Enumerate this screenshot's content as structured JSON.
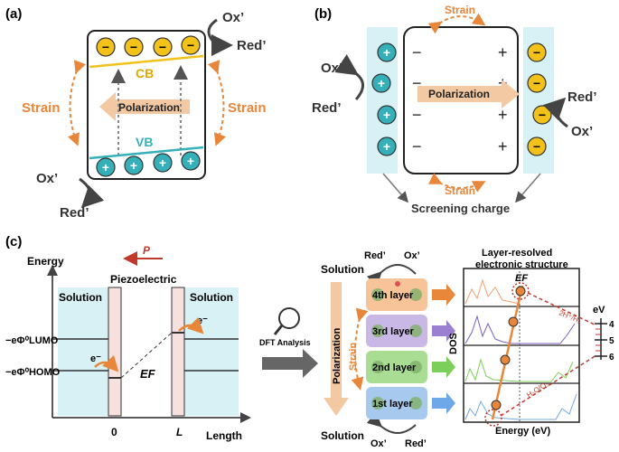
{
  "panel_a": {
    "label": "(a)",
    "ox_top": "Ox’",
    "red_top": "Red’",
    "cb": "CB",
    "vb": "VB",
    "polarization": "Polarization",
    "strain_left": "Strain",
    "strain_right": "Strain",
    "ox_bottom": "Ox’",
    "red_bottom": "Red’"
  },
  "panel_b": {
    "label": "(b)",
    "strain_top": "Strain",
    "ox_left": "Ox’",
    "red_left": "Red’",
    "polarization": "Polarization",
    "red_right": "Red’",
    "ox_right": "Ox’",
    "strain_bottom": "Strain",
    "screening": "Screening charge"
  },
  "panel_c": {
    "label": "(c)",
    "energy": "Energy",
    "p": "P",
    "piezoelectric": "Piezoelectric",
    "solution_left": "Solution",
    "solution_right": "Solution",
    "lumo": "−eΦ⁰LUMO",
    "homo": "−eΦ⁰HOMO",
    "e_minus_1": "e⁻",
    "e_minus_2": "e⁻",
    "ef": "EF",
    "tick_0": "0",
    "tick_l": "L",
    "length": "Length",
    "dft": "DFT Analysis",
    "solution_top": "Solution",
    "solution_bottom": "Solution",
    "red_top": "Red’",
    "ox_top": "Ox’",
    "ox_bottom": "Ox’",
    "red_bottom": "Red’",
    "polarization": "Polarization",
    "strain": "Strain",
    "layers": [
      "4th layer",
      "3rd layer",
      "2nd layer",
      "1st layer"
    ],
    "layer_title_1": "Layer-resolved",
    "layer_title_2": "electronic structure",
    "ef_top": "EF",
    "dos": "DOS",
    "energy_ev": "Energy (eV)",
    "ev_unit": "eV",
    "ev_ticks": [
      "4",
      "5",
      "6"
    ],
    "h_label": "2H⁺/H₂",
    "o_label": "H₂O/O₂"
  },
  "colors": {
    "orange": "#e8863a",
    "yellow": "#f2c21b",
    "teal": "#36b0b8",
    "lightblue": "#d8f1f5",
    "red": "#c0392b"
  }
}
